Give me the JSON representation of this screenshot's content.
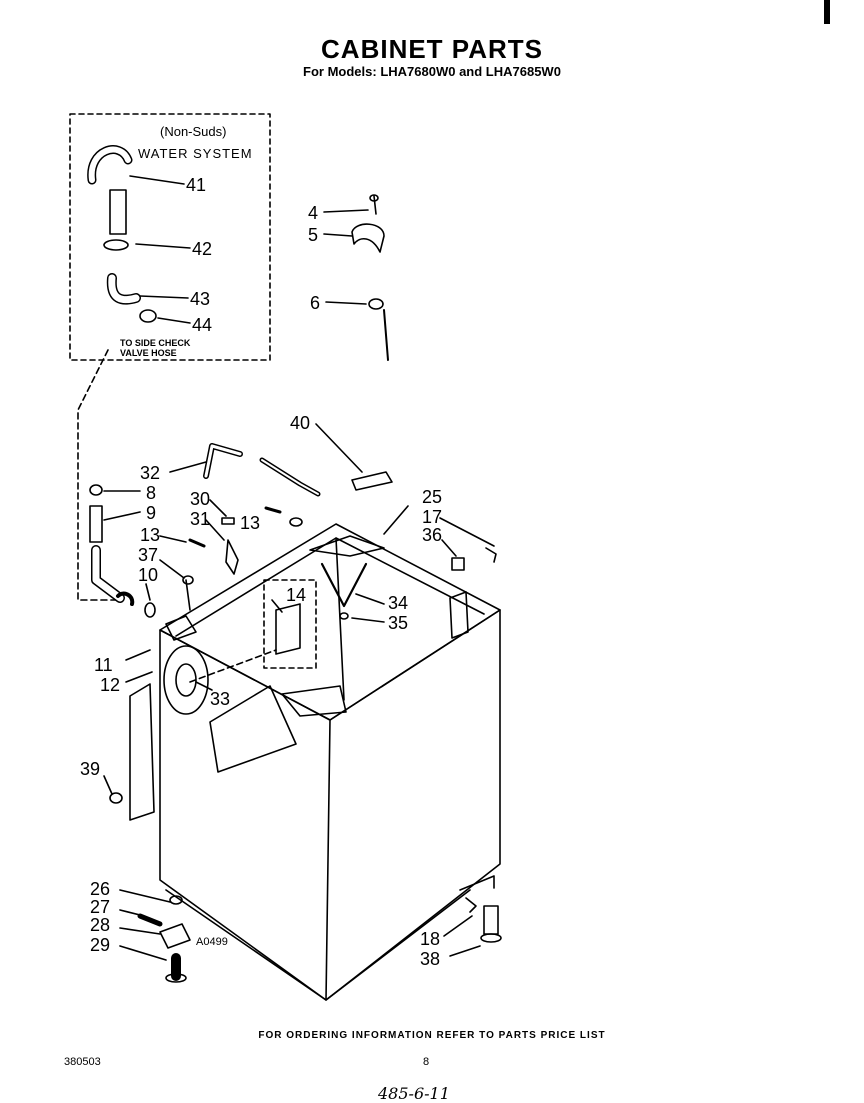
{
  "title": "CABINET PARTS",
  "subtitle": "For Models: LHA7680W0 and LHA7685W0",
  "inset": {
    "line1": "(Non-Suds)",
    "line2": "WATER SYSTEM",
    "note_line1": "TO SIDE CHECK",
    "note_line2": "VALVE HOSE"
  },
  "callouts": {
    "c41": "41",
    "c42": "42",
    "c43": "43",
    "c44": "44",
    "c4": "4",
    "c5": "5",
    "c6": "6",
    "c40": "40",
    "c32": "32",
    "c8": "8",
    "c9": "9",
    "c30": "30",
    "c31": "31",
    "c13a": "13",
    "c13b": "13",
    "c37": "37",
    "c10": "10",
    "c14": "14",
    "c25": "25",
    "c17": "17",
    "c36": "36",
    "c34": "34",
    "c35": "35",
    "c11": "11",
    "c12": "12",
    "c33": "33",
    "c39": "39",
    "c26": "26",
    "c27": "27",
    "c28": "28",
    "c29": "29",
    "c18": "18",
    "c38": "38"
  },
  "figure_code": "A0499",
  "footer": "FOR ORDERING INFORMATION REFER TO PARTS PRICE LIST",
  "page_ref": "380503",
  "page_number": "8",
  "handwritten_note": "485-6-11"
}
